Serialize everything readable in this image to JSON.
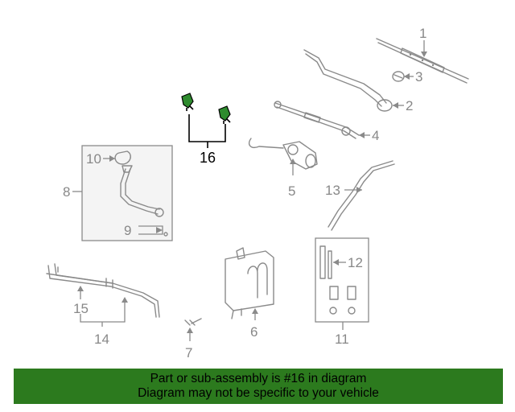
{
  "callouts": {
    "c1": "1",
    "c2": "2",
    "c3": "3",
    "c4": "4",
    "c5": "5",
    "c6": "6",
    "c7": "7",
    "c8": "8",
    "c9": "9",
    "c10": "10",
    "c11": "11",
    "c12": "12",
    "c13": "13",
    "c14": "14",
    "c15": "15",
    "c16": "16"
  },
  "highlight_part": "16",
  "colors": {
    "banner": "#2c7a1e",
    "highlight_part": "#2e8b2e",
    "line_art": "#8a8a8a"
  },
  "banner": {
    "line1": "Part or sub-assembly is #16 in diagram",
    "line2": "Diagram may not be specific to your vehicle"
  }
}
